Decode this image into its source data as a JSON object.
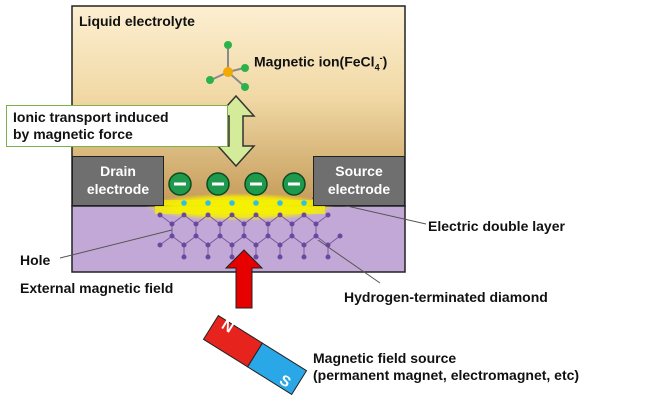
{
  "labels": {
    "electrolyte": "Liquid electrolyte",
    "magnetic_ion_text": "Magnetic ion(FeCl",
    "magnetic_ion_sub": "4",
    "magnetic_ion_sup": "-",
    "magnetic_ion_close": ")",
    "ionic_line1": "Ionic transport induced",
    "ionic_line2": "by magnetic force",
    "drain_line1": "Drain",
    "drain_line2": "electrode",
    "source_line1": "Source",
    "source_line2": "electrode",
    "edl": "Electric double layer",
    "hole": "Hole",
    "external_field": "External magnetic field",
    "diamond": "Hydrogen-terminated diamond",
    "magnet_source_line1": "Magnetic field source",
    "magnet_source_line2": "(permanent magnet, electromagnet, etc)",
    "magnet_n": "N",
    "magnet_s": "S",
    "ion_sign": "−"
  },
  "colors": {
    "electrolyte_top": "#fbecc9",
    "electrolyte_bottom": "#c8a05e",
    "diamond": "#c2a8d6",
    "electrode": "#6f6f6f",
    "ion": "#1f9a4c",
    "edl_glow": "#f5f000",
    "red_arrow": "#e60000",
    "double_arrow": "#d4ec9a",
    "magnet_n": "#e6231d",
    "magnet_s": "#2aa7e6"
  }
}
